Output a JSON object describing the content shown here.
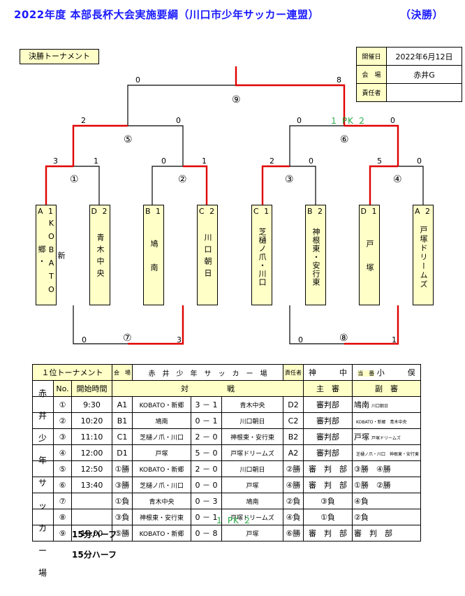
{
  "title": "2022年度 本部長杯大会実施要綱（川口市少年サッカー連盟）",
  "title_final": "（決勝）",
  "tag": "決勝トーナメント",
  "info": [
    {
      "k": "開催日",
      "v": "2022年6月12日"
    },
    {
      "k": "会　場",
      "v": "赤井G"
    },
    {
      "k": "責任者",
      "v": ""
    }
  ],
  "bracket": {
    "scores": {
      "final_l": "0",
      "final_r": "8",
      "s5_l": "2",
      "s5_r": "0",
      "s6_l": "0",
      "s6_r": "0",
      "s6_pk": "１ PK ２",
      "m1_l": "3",
      "m1_r": "1",
      "m2_l": "0",
      "m2_r": "1",
      "m3_l": "2",
      "m3_r": "0",
      "m4_l": "5",
      "m4_r": "0",
      "m7_l": "0",
      "m7_r": "3",
      "m8_l": "0",
      "m8_r": "1"
    },
    "labels": {
      "m9": "⑨",
      "m5": "⑤",
      "m6": "⑥",
      "m1": "①",
      "m2": "②",
      "m3": "③",
      "m4": "④",
      "m7": "⑦",
      "m8": "⑧"
    },
    "teams": [
      {
        "seed": "A 1",
        "name": "新KOBATO郷・"
      },
      {
        "seed": "D 2",
        "name": "青木中央"
      },
      {
        "seed": "B 1",
        "name": "鳩　南"
      },
      {
        "seed": "C 2",
        "name": "川口朝日"
      },
      {
        "seed": "C 1",
        "name": "芝樋ノ爪・川口"
      },
      {
        "seed": "B 2",
        "name": "神根東・安行東"
      },
      {
        "seed": "D 1",
        "name": "戸　塚"
      },
      {
        "seed": "A 2",
        "name": "戸塚ドリームズ"
      }
    ]
  },
  "schedule": {
    "h_title": "１位トーナメント",
    "h_venue_k": "会　場",
    "h_venue_v": "赤　井　少　年　サ　ッ　カ　ー　場",
    "h_resp_k": "責任者",
    "h_resp_v": "神　　　中",
    "h_duty_k": "当　番",
    "h_duty_v": "小　　　俣",
    "col_no": "No.",
    "col_time": "開始時間",
    "col_match": "対　　　　　戦",
    "col_ref": "主　審",
    "col_sub": "副　審",
    "side": [
      "赤",
      "井",
      "少",
      "年",
      "サ",
      "ッ",
      "カ",
      "ー",
      "場"
    ],
    "rows": [
      {
        "no": "①",
        "time": "9:30",
        "l1": "A1",
        "l2": "KOBATO・新郷",
        "s": "3 － 1",
        "r2": "青木中央",
        "r1": "D2",
        "ref": "審判部",
        "sub": "鳩南",
        "sub2": "川口朝日"
      },
      {
        "no": "②",
        "time": "10:20",
        "l1": "B1",
        "l2": "鳩南",
        "s": "0 － 1",
        "r2": "川口朝日",
        "r1": "C2",
        "ref": "審判部",
        "sub": "",
        "sub2": "KOBATO・新郷　青木中央"
      },
      {
        "no": "③",
        "time": "11:10",
        "l1": "C1",
        "l2": "芝樋ノ爪・川口",
        "s": "2 － 0",
        "r2": "神根東・安行東",
        "r1": "B2",
        "ref": "審判部",
        "sub": "戸塚",
        "sub2": "戸塚ドリームズ"
      },
      {
        "no": "④",
        "time": "12:00",
        "l1": "D1",
        "l2": "戸塚",
        "s": "5 － 0",
        "r2": "戸塚ドリームズ",
        "r1": "A2",
        "ref": "審判部",
        "sub": "",
        "sub2": "芝樋ノ爪・川口　神根東・安行東"
      },
      {
        "no": "⑤",
        "time": "12:50",
        "l1": "①勝",
        "l2": "KOBATO・新郷",
        "s": "2 － 0",
        "r2": "川口朝日",
        "r1": "②勝",
        "ref": "審　判　部",
        "sub": "③勝　④勝",
        "sub2": ""
      },
      {
        "no": "⑥",
        "time": "13:40",
        "l1": "③勝",
        "l2": "芝樋ノ爪・川口",
        "s": "0 － 0",
        "r2": "戸塚",
        "r1": "④勝",
        "ref": "審　判　部",
        "sub": "①勝　②勝",
        "sub2": ""
      },
      {
        "no": "⑦",
        "time": "",
        "l1": "①負",
        "l2": "青木中央",
        "s": "0 － 3",
        "r2": "鳩南",
        "r1": "②負",
        "ref": "③負",
        "sub": "④負",
        "sub2": ""
      },
      {
        "no": "⑧",
        "time": "",
        "l1": "③負",
        "l2": "神根東・安行東",
        "s": "0 － 1",
        "r2": "戸塚ドリームズ",
        "r1": "④負",
        "ref": "①負",
        "sub": "②負",
        "sub2": ""
      },
      {
        "no": "⑨",
        "time": "16:00",
        "l1": "⑤勝",
        "l2": "KOBATO・新郷",
        "s": "0 － 8",
        "r2": "戸塚",
        "r1": "⑥勝",
        "ref": "審　判　部",
        "sub": "審　判　部",
        "sub2": ""
      }
    ],
    "pk6": "１ PK ２",
    "ov7": "15分ハーフ",
    "ov8": "15分ハーフ"
  },
  "colors": {
    "win": "#e00000",
    "line": "#000000",
    "accent": "#1a1aff",
    "cell": "#ffffc8",
    "pk": "#22aa44"
  }
}
